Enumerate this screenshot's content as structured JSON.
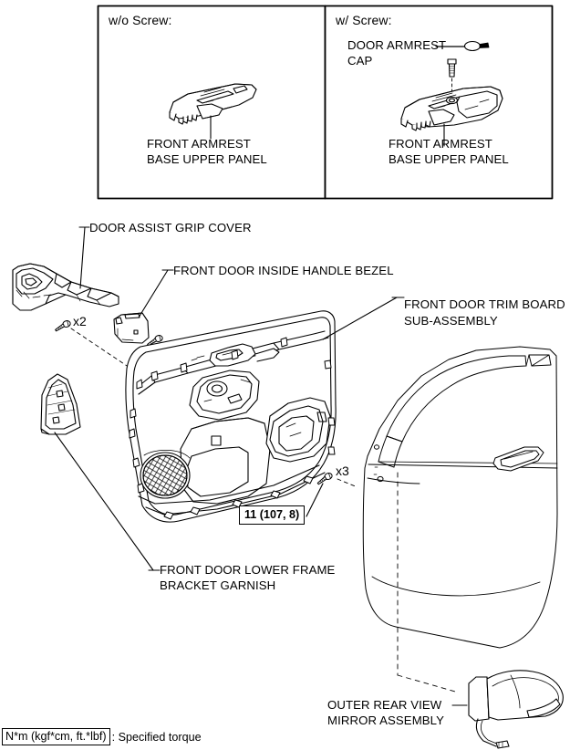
{
  "figure": {
    "title": "Front Door Trim Board Sub-Assembly Components",
    "type": "exploded-view-diagram",
    "ink_color": "#000000",
    "background_color": "#ffffff"
  },
  "variant_boxes": [
    {
      "id": "without-screw",
      "header": "w/o Screw:",
      "callouts": [
        {
          "id": "front-armrest-base-upper-panel",
          "line1": "FRONT ARMREST",
          "line2": "BASE UPPER PANEL"
        }
      ]
    },
    {
      "id": "with-screw",
      "header": "w/ Screw:",
      "callouts": [
        {
          "id": "door-armrest-cap",
          "line1": "DOOR ARMREST",
          "line2": "CAP"
        },
        {
          "id": "front-armrest-base-upper-panel",
          "line1": "FRONT ARMREST",
          "line2": "BASE UPPER PANEL"
        }
      ]
    }
  ],
  "main_callouts": [
    {
      "id": "door-assist-grip-cover",
      "line1": "DOOR ASSIST GRIP COVER",
      "line2": ""
    },
    {
      "id": "front-door-inside-handle-bezel",
      "line1": "FRONT DOOR INSIDE HANDLE BEZEL",
      "line2": ""
    },
    {
      "id": "front-door-trim-board-sub-assembly",
      "line1": "FRONT DOOR TRIM BOARD",
      "line2": "SUB-ASSEMBLY"
    },
    {
      "id": "front-door-lower-frame-bracket-garnish",
      "line1": "FRONT DOOR LOWER FRAME",
      "line2": "BRACKET GARNISH"
    },
    {
      "id": "outer-rear-view-mirror-assembly",
      "line1": "OUTER REAR VIEW",
      "line2": "MIRROR ASSEMBLY"
    }
  ],
  "quantity_marks": [
    {
      "id": "screw-qty-x2",
      "text": "x2"
    },
    {
      "id": "bolt-qty-x3",
      "text": "x3"
    }
  ],
  "torque_specs": [
    {
      "id": "bolt-torque-11",
      "text": "11 (107, 8)",
      "nm": 11,
      "kgfcm": 107,
      "ftlbf": 8
    }
  ],
  "legend": {
    "key": "N*m (kgf*cm, ft.*lbf)",
    "separator": ": ",
    "description": "Specified torque"
  }
}
